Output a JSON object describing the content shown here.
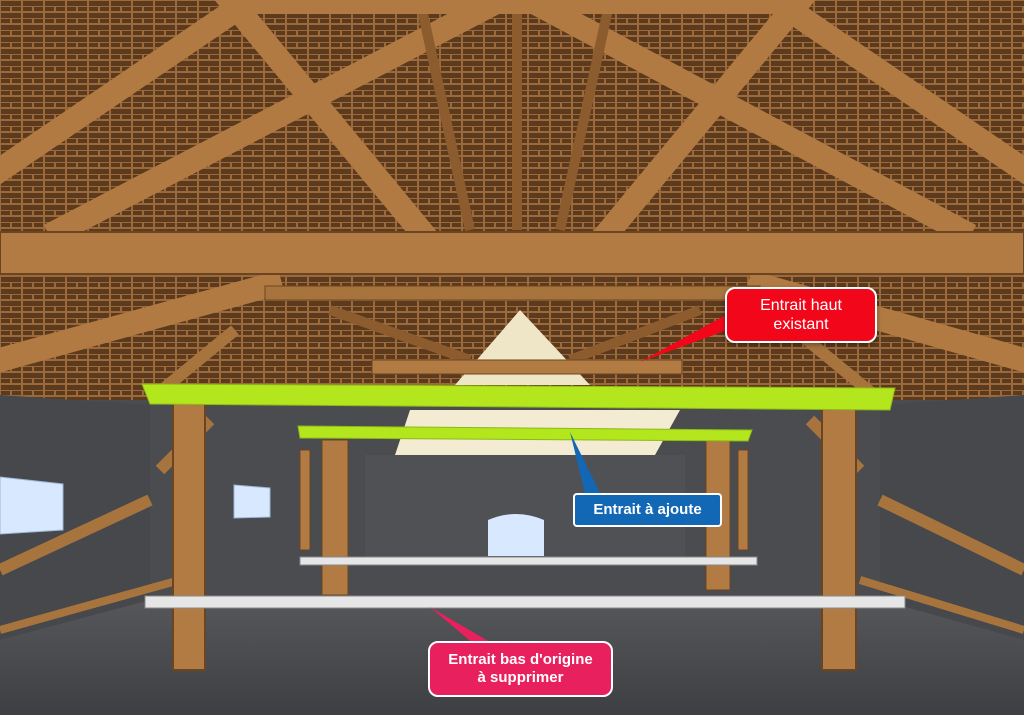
{
  "callouts": {
    "top_tie_beam": "Entrait haut\nexistant",
    "added_tie_beam": "Entrait  à ajoute",
    "original_low_tie_beam": "Entrait bas d'origine\nà supprimer"
  },
  "colors": {
    "wood": "#a8743e",
    "wood_dark": "#6b4522",
    "new_beam_green": "#b4e61e",
    "removed_beam_white": "#e6e6e6",
    "wall_grey": "#4a4c50",
    "window_blue": "#d8e8ff",
    "callout_red": "#f2071a",
    "callout_blue": "#1268b4",
    "callout_pink": "#e8205d"
  }
}
